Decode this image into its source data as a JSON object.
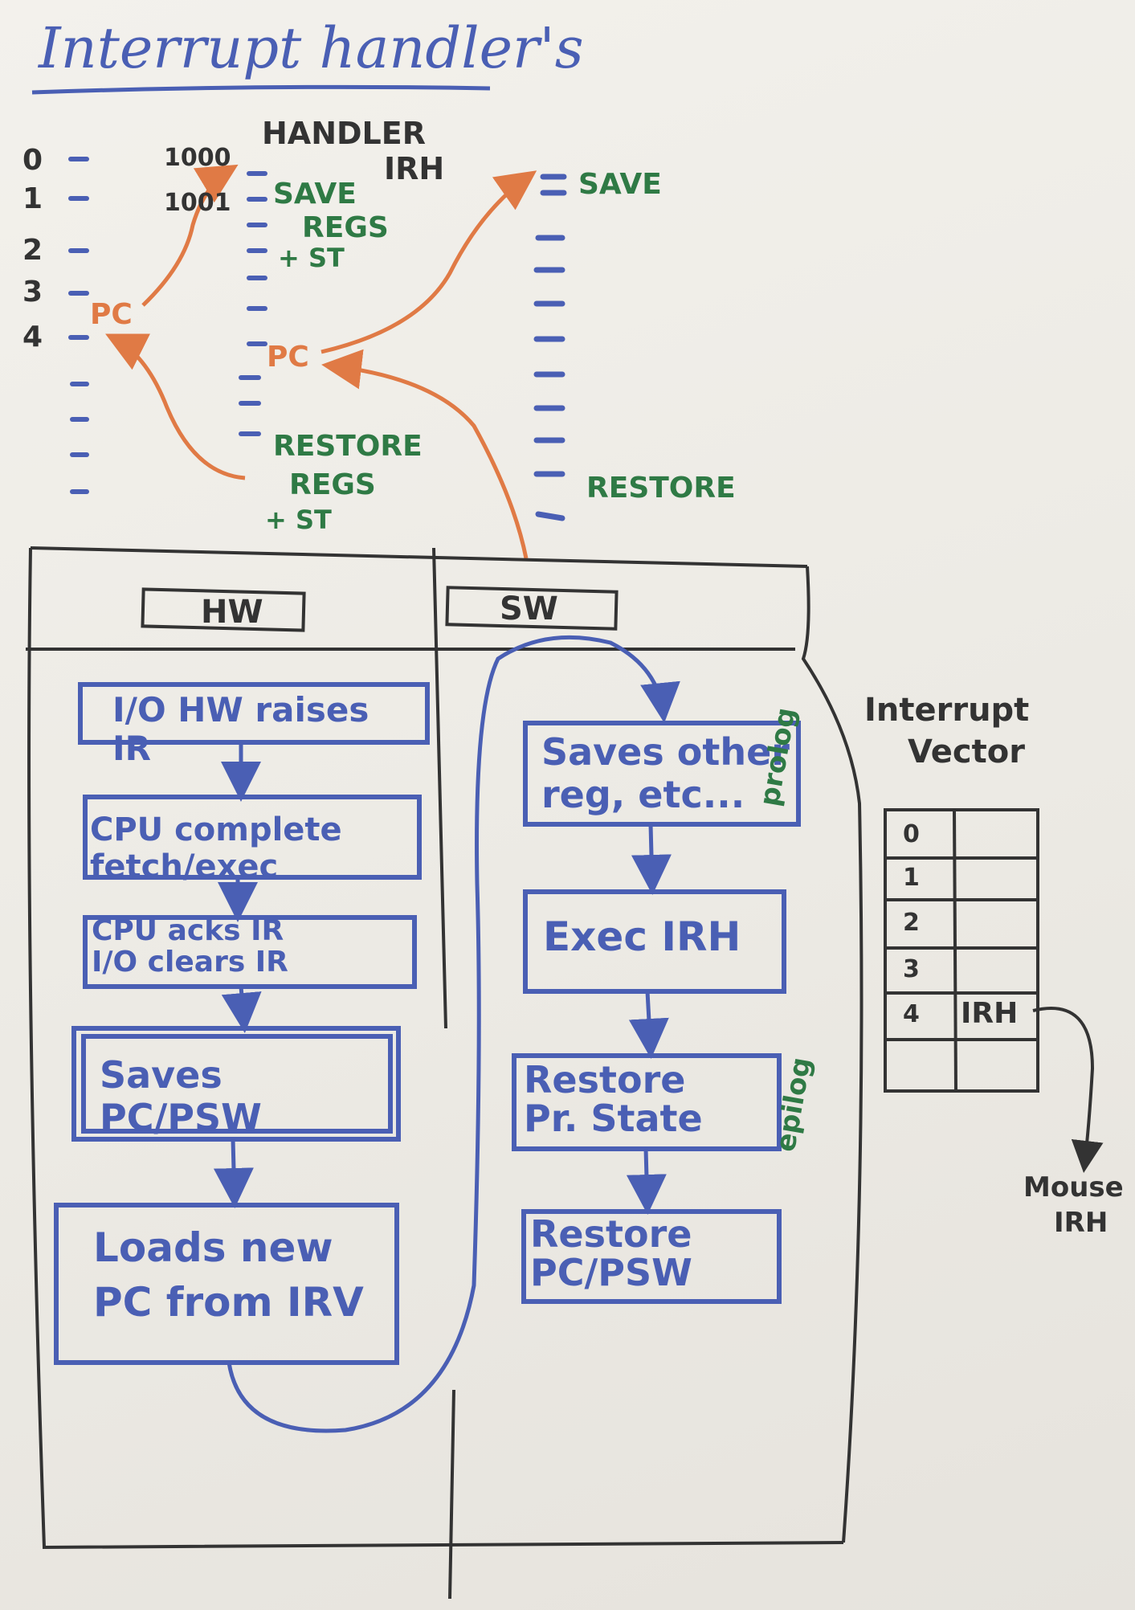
{
  "title": "Interrupt handler's",
  "memory": {
    "addresses": [
      "0",
      "1",
      "2",
      "3",
      "4"
    ],
    "handler_addr_1": "1000",
    "handler_addr_2": "1001",
    "handler_title": "HANDLER",
    "handler_sub": "IRH",
    "pc1": "PC",
    "pc2": "PC",
    "save_regs_1": "SAVE",
    "save_regs_2": "REGS",
    "save_regs_3": "+ ST",
    "restore_regs_1": "RESTORE",
    "restore_regs_2": "REGS",
    "restore_regs_3": "+ ST",
    "save_right": "SAVE",
    "restore_right": "RESTORE"
  },
  "columns": {
    "hw": "HW",
    "sw": "SW"
  },
  "hw_steps": [
    "I/O HW raises IR",
    "CPU complete fetch/exec",
    "CPU acks IR\nI/O clears IR",
    "Saves PC/PSW",
    "Loads new\nPC from IRV"
  ],
  "sw_steps": [
    "Saves other\nreg, etc...",
    "Exec IRH",
    "Restore\nPr. State",
    "Restore\nPC/PSW"
  ],
  "side_labels": {
    "prolog": "prolog",
    "epilog": "epilog"
  },
  "vector": {
    "title_1": "Interrupt",
    "title_2": "Vector",
    "rows": [
      "0",
      "1",
      "2",
      "3",
      "4"
    ],
    "entry": "IRH",
    "target_1": "Mouse",
    "target_2": "IRH"
  },
  "colors": {
    "ink_blue": "#4a5fb4",
    "ink_green": "#2f7a45",
    "ink_orange": "#e07a45",
    "ink_dark": "#333333"
  }
}
